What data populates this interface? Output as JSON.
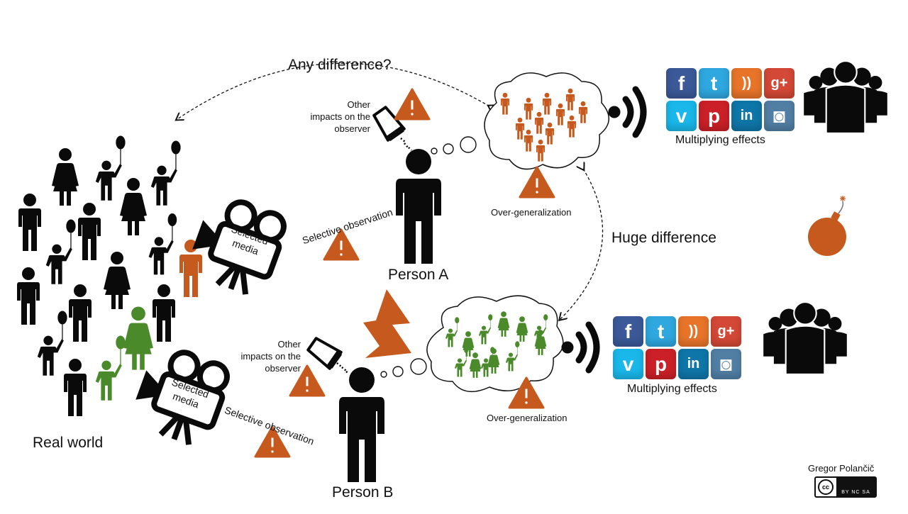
{
  "labels": {
    "any_difference": "Any difference?",
    "huge_difference": "Huge difference",
    "real_world": "Real world",
    "person_a": "Person A",
    "person_b": "Person B",
    "other_impacts_a": [
      "Other",
      "impacts on the",
      "observer"
    ],
    "other_impacts_b": [
      "Other",
      "impacts on the",
      "observer"
    ],
    "selective_observation_a": "Selective observation",
    "selective_observation_b": "Selective observation",
    "selected_media_a": [
      "Selected",
      "media"
    ],
    "selected_media_b": [
      "Selected",
      "media"
    ],
    "over_generalization_a": "Over-generalization",
    "over_generalization_b": "Over-generalization",
    "multiplying_effects_a": "Multiplying effects",
    "multiplying_effects_b": "Multiplying effects",
    "author": "Gregor Polančič",
    "license_badge": "BY NC SA"
  },
  "social_icons": [
    {
      "name": "facebook",
      "glyph": "f",
      "color": "#3b5998"
    },
    {
      "name": "twitter",
      "glyph": "t",
      "color": "#2fa7df"
    },
    {
      "name": "rss",
      "glyph": "))",
      "color": "#e8742a"
    },
    {
      "name": "google-plus",
      "glyph": "g+",
      "color": "#d34836"
    },
    {
      "name": "vimeo",
      "glyph": "v",
      "color": "#1ab7ea"
    },
    {
      "name": "pinterest",
      "glyph": "p",
      "color": "#cb2027"
    },
    {
      "name": "linkedin",
      "glyph": "in",
      "color": "#0e76a8"
    },
    {
      "name": "instagram",
      "glyph": "◙",
      "color": "#517fa4"
    }
  ],
  "colors": {
    "figure": "#0a0a0a",
    "orange": "#c65a1e",
    "green": "#4a8a2a",
    "warning": "#c65a1e",
    "bomb": "#c65a1e",
    "lightning": "#c65a1e"
  }
}
